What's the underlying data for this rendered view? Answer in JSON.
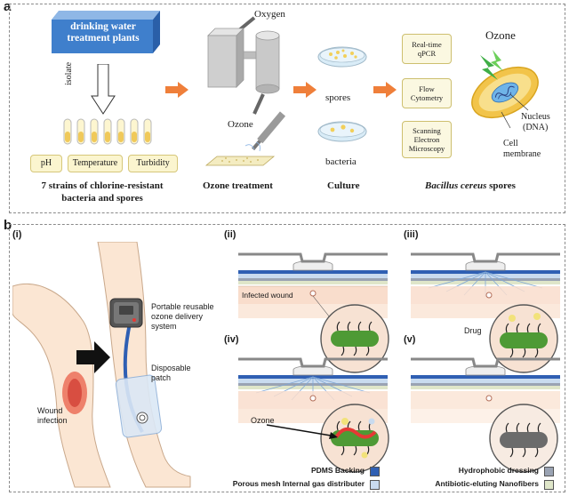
{
  "panel_a": {
    "letter": "a",
    "plant_label": "drinking water treatment plants",
    "isolate_label": "isolate",
    "params": [
      "pH",
      "Temperature",
      "Turbidity"
    ],
    "strains_caption_line1": "7 strains of  chlorine-resistant",
    "strains_caption_line2": "bacteria and spores",
    "oxygen_label": "Oxygen",
    "ozone_gen_label": "Ozone",
    "ozone_caption": "Ozone treatment",
    "spores_label": "spores",
    "bacteria_label": "bacteria",
    "culture_caption": "Culture",
    "methods": [
      {
        "line1": "Real-time",
        "line2": "qPCR",
        "line3": ""
      },
      {
        "line1": "Flow",
        "line2": "Cytometry",
        "line3": ""
      },
      {
        "line1": "Scanning",
        "line2": "Electron",
        "line3": "Microscopy"
      }
    ],
    "cell_ozone_label": "Ozone",
    "nucleus_label_line1": "Nucleus",
    "nucleus_label_line2": "(DNA)",
    "membrane_label_line1": "Cell",
    "membrane_label_line2": "membrane",
    "spores_caption_italic": "Bacillus cereus",
    "spores_caption_rest": " spores"
  },
  "panel_b": {
    "letter": "b",
    "subpanels": [
      "(i)",
      "(ii)",
      "(iii)",
      "(iv)",
      "(v)"
    ],
    "device_label_line1": "Portable reusable",
    "device_label_line2": "ozone delivery",
    "device_label_line3": "system",
    "patch_label_line1": "Disposable",
    "patch_label_line2": "patch",
    "wound_label_line1": "Wound",
    "wound_label_line2": "infection",
    "infected_wound_label": "Infected wound",
    "drug_label": "Drug",
    "ozone_label": "Ozone",
    "legend": [
      {
        "label": "PDMS Backing",
        "color": "#2f5fb3"
      },
      {
        "label": "Porous mesh Internal gas distributer",
        "color": "#c9dbef"
      },
      {
        "label": "Hydrophobic dressing",
        "color": "#9aa3b3"
      },
      {
        "label": "Antibiotic-eluting  Nanofibers",
        "color": "#dfe6c9"
      }
    ]
  },
  "colors": {
    "arrow_orange": "#ef7f3a",
    "plant_blue": "#3f7fcc",
    "cell_yellow": "#f2c44a",
    "bacteria_green": "#4e9a35"
  }
}
